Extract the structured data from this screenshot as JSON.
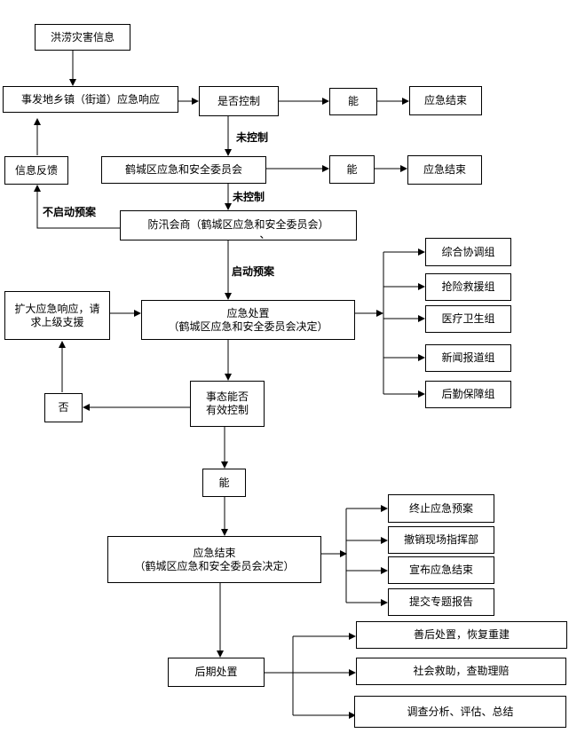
{
  "nodes": {
    "flood_info": "洪涝灾害信息",
    "township_response": "事发地乡镇（街道）应急响应",
    "is_controlled": "是否控制",
    "can_1": "能",
    "end_1": "应急结束",
    "feedback": "信息反馈",
    "district_committee": "鹤城区应急和安全委员会",
    "can_2": "能",
    "end_2": "应急结束",
    "consult": "防汛会商（鹤城区应急和安全委员会）",
    "consult_mark": "、",
    "expand": "扩大应急响应，请\n求上级支援",
    "disposal": "应急处置\n（鹤城区应急和安全委员会决定）",
    "g_coord": "综合协调组",
    "g_rescue": "抢险救援组",
    "g_medical": "医疗卫生组",
    "g_news": "新闻报道组",
    "g_logistics": "后勤保障组",
    "effective": "事态能否\n有效控制",
    "no": "否",
    "can_3": "能",
    "end_3": "应急结束\n（鹤城区应急和安全委员会决定）",
    "t_terminate": "终止应急预案",
    "t_withdraw": "撤销现场指挥部",
    "t_announce": "宣布应急结束",
    "t_report": "提交专题报告",
    "post": "后期处置",
    "p_rebuild": "善后处置，恢复重建",
    "p_aid": "社会救助，查勘理赔",
    "p_survey": "调查分析、评估、总结"
  },
  "labels": {
    "not_controlled_1": "未控制",
    "not_controlled_2": "未控制",
    "not_start_plan": "不启动预案",
    "start_plan": "启动预案"
  }
}
